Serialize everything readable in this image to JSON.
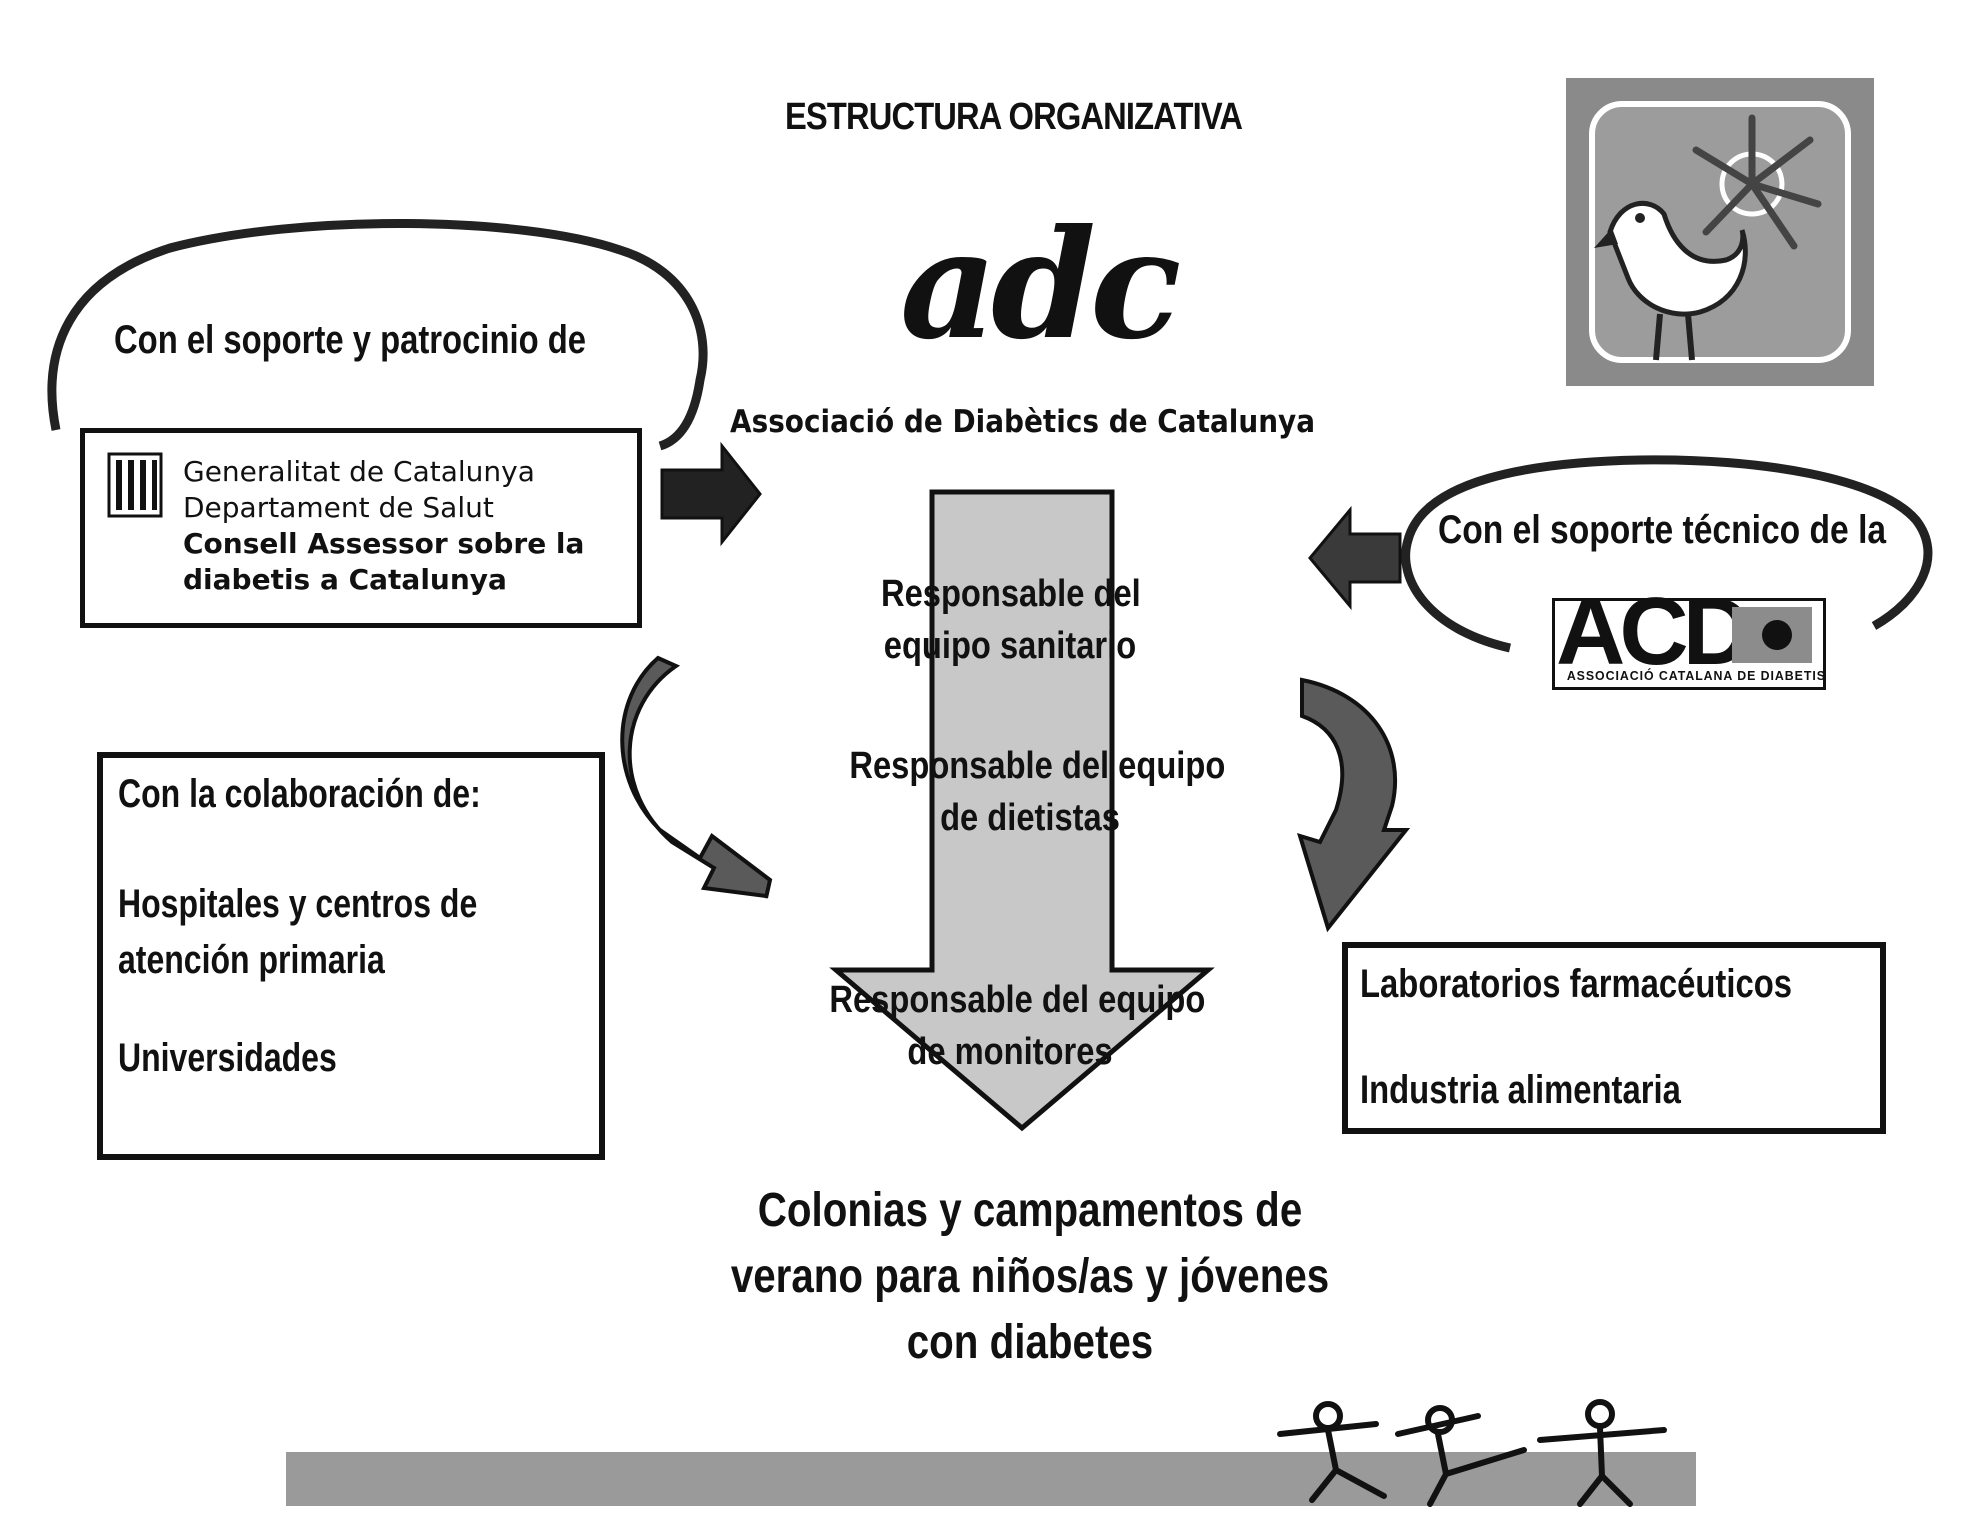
{
  "title": "ESTRUCTURA ORGANIZATIVA",
  "center": {
    "logo_text": "adc",
    "org_name": "Associació de Diabètics de Catalunya",
    "roles": [
      {
        "line1": "Responsable del",
        "line2": "equipo sanitario"
      },
      {
        "line1": "Responsable del equipo",
        "line2": "de dietistas"
      },
      {
        "line1": "Responsable del equipo",
        "line2": "de monitores"
      }
    ],
    "outcome": {
      "line1": "Colonias y campamentos de",
      "line2": "verano para niños/as y jóvenes",
      "line3": "con diabetes"
    }
  },
  "support": {
    "title": "Con el soporte y patrocinio de",
    "sponsor_lines": [
      "Generalitat de Catalunya",
      "Departament de Salut",
      "Consell Assessor sobre la",
      "diabetis a Catalunya"
    ]
  },
  "technical": {
    "title": "Con el soporte técnico de la",
    "logo_text": "ACD",
    "logo_subtitle": "ASSOCIACIÓ CATALANA DE DIABETIS"
  },
  "collaboration": {
    "title": "Con la colaboración de:",
    "item1_line1": "Hospitales y centros de",
    "item1_line2": "atención primaria",
    "item2": "Universidades"
  },
  "industry": {
    "item1": "Laboratorios farmacéuticos",
    "item2": "Industria alimentaria"
  },
  "colors": {
    "ink": "#111111",
    "down_arrow_fill": "#c8c8c8",
    "side_arrow_fill": "#4a4a4a",
    "footer_bar": "#9a9a9a",
    "mascot_bg": "#8a8a8a"
  },
  "icons": [
    "mascot-bird-sun-icon",
    "generalitat-emblem-icon",
    "children-playing-icon"
  ]
}
